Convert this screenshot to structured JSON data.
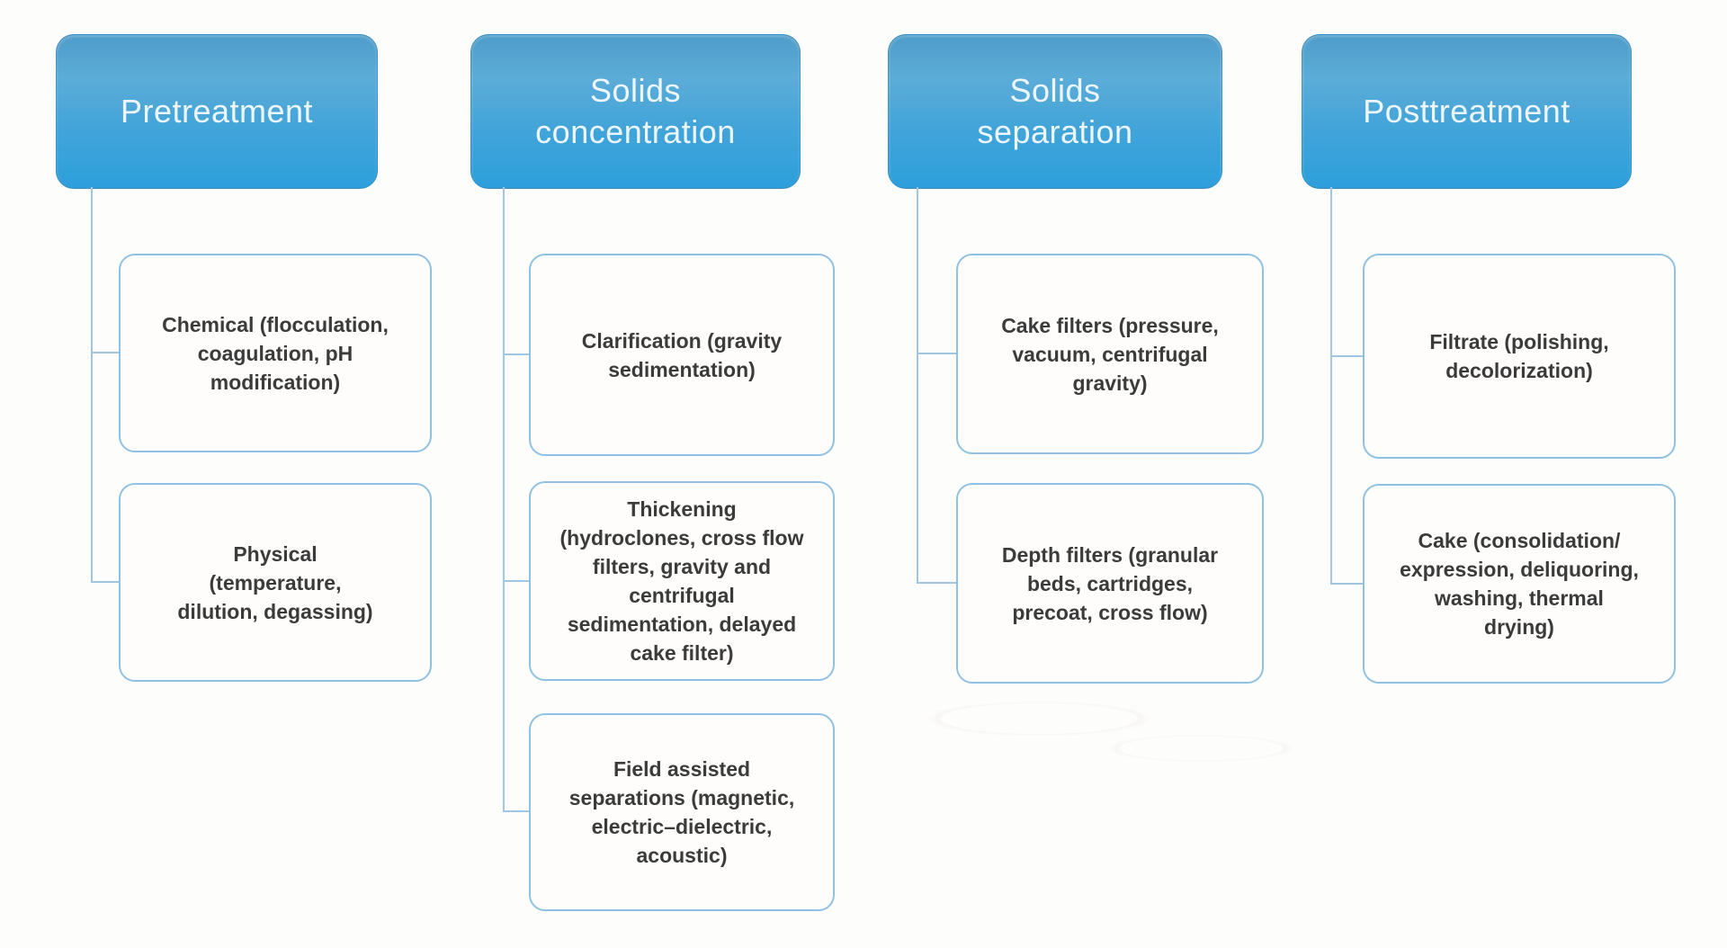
{
  "diagram": {
    "columns": [
      {
        "header_lines": [
          "Pretreatment"
        ],
        "children": [
          {
            "lines": [
              "Chemical (flocculation,",
              "coagulation, pH",
              "modification)"
            ]
          },
          {
            "lines": [
              "Physical",
              "(temperature,",
              "dilution, degassing)"
            ]
          }
        ]
      },
      {
        "header_lines": [
          "Solids",
          "concentration"
        ],
        "children": [
          {
            "lines": [
              "Clarification (gravity",
              "sedimentation)"
            ]
          },
          {
            "lines": [
              "Thickening",
              "(hydroclones, cross flow",
              "filters, gravity and",
              "centrifugal",
              "sedimentation, delayed",
              "cake filter)"
            ]
          },
          {
            "lines": [
              "Field assisted",
              "separations (magnetic,",
              "electric–dielectric,",
              "acoustic)"
            ]
          }
        ]
      },
      {
        "header_lines": [
          "Solids",
          "separation"
        ],
        "children": [
          {
            "lines": [
              "Cake filters (pressure,",
              "vacuum, centrifugal",
              "gravity)"
            ]
          },
          {
            "lines": [
              "Depth filters (granular",
              "beds, cartridges,",
              "precoat, cross flow)"
            ]
          }
        ]
      },
      {
        "header_lines": [
          "Posttreatment"
        ],
        "children": [
          {
            "lines": [
              "Filtrate (polishing,",
              "decolorization)"
            ]
          },
          {
            "lines": [
              "Cake (consolidation/",
              "expression, deliquoring,",
              "washing, thermal",
              "drying)"
            ]
          }
        ]
      }
    ],
    "colors": {
      "header_gradient_top": "#4e9cc9",
      "header_gradient_bottom": "#2d9fdc",
      "header_text": "#edf6fc",
      "child_border": "#8fc2e2",
      "child_background": "#fefdfb",
      "connector": "#9fc6e3",
      "body_text": "#3b3b3b"
    }
  }
}
